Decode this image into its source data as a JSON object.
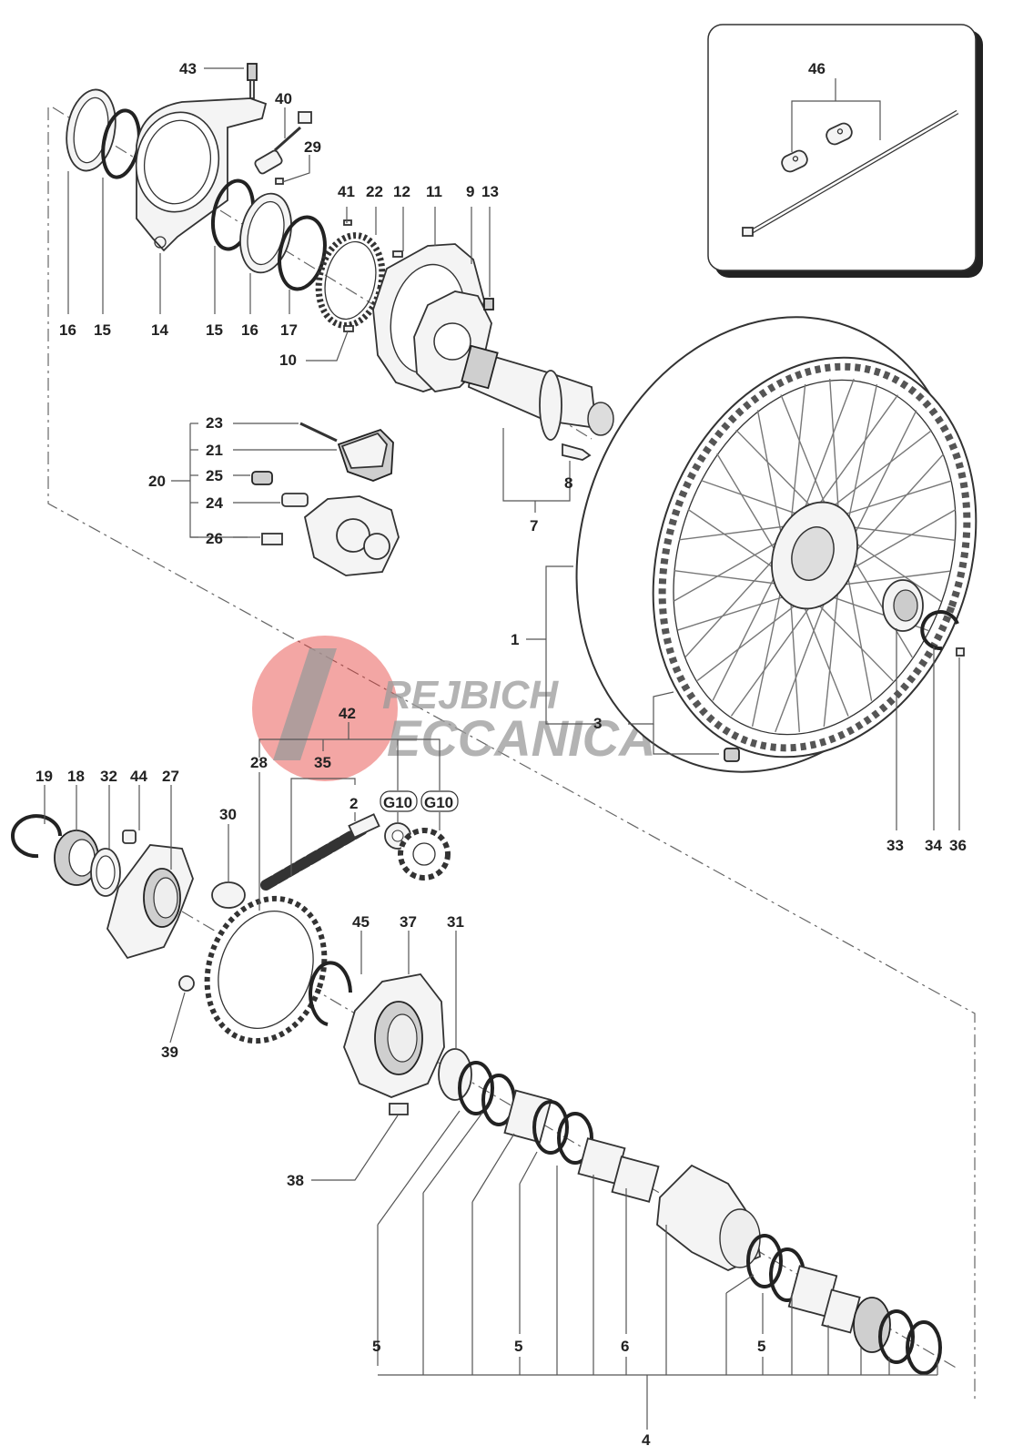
{
  "watermark": {
    "line1": "REJBICH",
    "line2": "ECCANICA",
    "circle_color": "#e53935",
    "text_color": "#9a9a9a"
  },
  "labels": {
    "43": "43",
    "40": "40",
    "29": "29",
    "41": "41",
    "22": "22",
    "12": "12",
    "11": "11",
    "9": "9",
    "13": "13",
    "16a": "16",
    "15a": "15",
    "14": "14",
    "15b": "15",
    "16b": "16",
    "17": "17",
    "10": "10",
    "23": "23",
    "21": "21",
    "20": "20",
    "25": "25",
    "24": "24",
    "26": "26",
    "8": "8",
    "7": "7",
    "1": "1",
    "3": "3",
    "42": "42",
    "28": "28",
    "35": "35",
    "2": "2",
    "g10a": "G10",
    "g10b": "G10",
    "19": "19",
    "18": "18",
    "32": "32",
    "44": "44",
    "27": "27",
    "30": "30",
    "45": "45",
    "37": "37",
    "31": "31",
    "39": "39",
    "38": "38",
    "33": "33",
    "34": "34",
    "36": "36",
    "46": "46",
    "5a": "5",
    "5b": "5",
    "6": "6",
    "5c": "5",
    "4": "4"
  }
}
